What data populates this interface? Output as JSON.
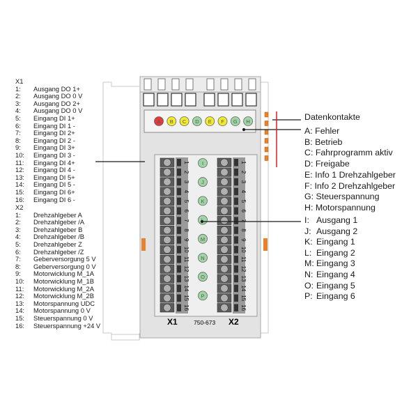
{
  "x1_list": {
    "header": "X1",
    "items": [
      {
        "num": "1:",
        "text": "Ausgang DO 1+"
      },
      {
        "num": "2:",
        "text": "Ausgang DO 0 V"
      },
      {
        "num": "3:",
        "text": "Ausgang DO 2+"
      },
      {
        "num": "4:",
        "text": "Ausgang DO 0 V"
      },
      {
        "num": "5:",
        "text": "Eingang DI 1+"
      },
      {
        "num": "6:",
        "text": "Eingang DI 1 -"
      },
      {
        "num": "7:",
        "text": "Eingang DI 2+"
      },
      {
        "num": "8:",
        "text": "Eingang DI 2 -"
      },
      {
        "num": "9:",
        "text": "Eingang DI 3+"
      },
      {
        "num": "10:",
        "text": "Eingang DI 3 -"
      },
      {
        "num": "11:",
        "text": "Eingang DI 4+"
      },
      {
        "num": "12:",
        "text": "Eingang DI 4 -"
      },
      {
        "num": "13:",
        "text": "Eingang DI 5+"
      },
      {
        "num": "14:",
        "text": "Eingang DI 5 -"
      },
      {
        "num": "15:",
        "text": "Eingang DI 6+"
      },
      {
        "num": "16:",
        "text": "Eingang DI 6 -"
      }
    ]
  },
  "x2_list": {
    "header": "X2",
    "items": [
      {
        "num": "1:",
        "text": "Drehzahlgeber A"
      },
      {
        "num": "2:",
        "text": "Drehzahlgeber /A"
      },
      {
        "num": "3:",
        "text": "Drehzahlgeber B"
      },
      {
        "num": "4:",
        "text": "Drehzahlgeber /B"
      },
      {
        "num": "5:",
        "text": "Drehzahlgeber Z"
      },
      {
        "num": "6:",
        "text": "Drehzahlgeber /Z"
      },
      {
        "num": "7:",
        "text": "Geberversorgung 5 V"
      },
      {
        "num": "8:",
        "text": "Geberversorgung 0 V"
      },
      {
        "num": "9:",
        "text": "Motorwicklung M_1A"
      },
      {
        "num": "10:",
        "text": "Motorwicklung M_1B"
      },
      {
        "num": "11:",
        "text": "Motorwicklung M_2A"
      },
      {
        "num": "12:",
        "text": "Motorwicklung M_2B"
      },
      {
        "num": "13:",
        "text": "Motorspannung UDC"
      },
      {
        "num": "14:",
        "text": "Motorspannung 0 V"
      },
      {
        "num": "15:",
        "text": "Steuerspannung 0 V"
      },
      {
        "num": "16:",
        "text": "Steuerspannung +24 V"
      }
    ]
  },
  "data_contacts_label": "Datenkontakte",
  "led_legend": [
    "A: Fehler",
    "B: Betrieb",
    "C: Fahrprogramm aktiv",
    "D: Freigabe",
    "E: Info 1 Drehzahlgeber",
    "F: Info 2 Drehzahlgeber",
    "G: Steuerspannung",
    "H: Motorspannung"
  ],
  "io_legend": [
    {
      "letter": "I:",
      "text": "Ausgang 1"
    },
    {
      "letter": "J:",
      "text": "Ausgang 2"
    },
    {
      "letter": "K:",
      "text": "Eingang 1"
    },
    {
      "letter": "L:",
      "text": "Eingang 2"
    },
    {
      "letter": "M:",
      "text": "Eingang 3"
    },
    {
      "letter": "N:",
      "text": "Eingang 4"
    },
    {
      "letter": "O:",
      "text": "Eingang 5"
    },
    {
      "letter": "P:",
      "text": "Eingang 6"
    }
  ],
  "top_leds": [
    {
      "letter": "A",
      "color": "#e23b3b"
    },
    {
      "letter": "B",
      "color": "#f2ea2c"
    },
    {
      "letter": "C",
      "color": "#f2ea2c"
    },
    {
      "letter": "D",
      "color": "#9fd5a4"
    },
    {
      "letter": "E",
      "color": "#f2ea2c"
    },
    {
      "letter": "F",
      "color": "#f2ea2c"
    },
    {
      "letter": "G",
      "color": "#9fd5a4"
    },
    {
      "letter": "H",
      "color": "#9fd5a4"
    }
  ],
  "io_leds": [
    "I",
    "J",
    "K",
    "L",
    "M",
    "N",
    "O",
    "P"
  ],
  "terminal_numbers": [
    "1",
    "2",
    "3",
    "4",
    "5",
    "6",
    "7",
    "8",
    "9",
    "10",
    "11",
    "12",
    "13",
    "14",
    "15",
    "16"
  ],
  "x1_label": "X1",
  "x2_label": "X2",
  "model_number": "750-673",
  "colors": {
    "housing": "#dedede",
    "housing_dark": "#b8b8b8",
    "callout_red": "#d51f26",
    "orange_contact": "#e8822a",
    "io_led_green": "#9fd5a4"
  }
}
